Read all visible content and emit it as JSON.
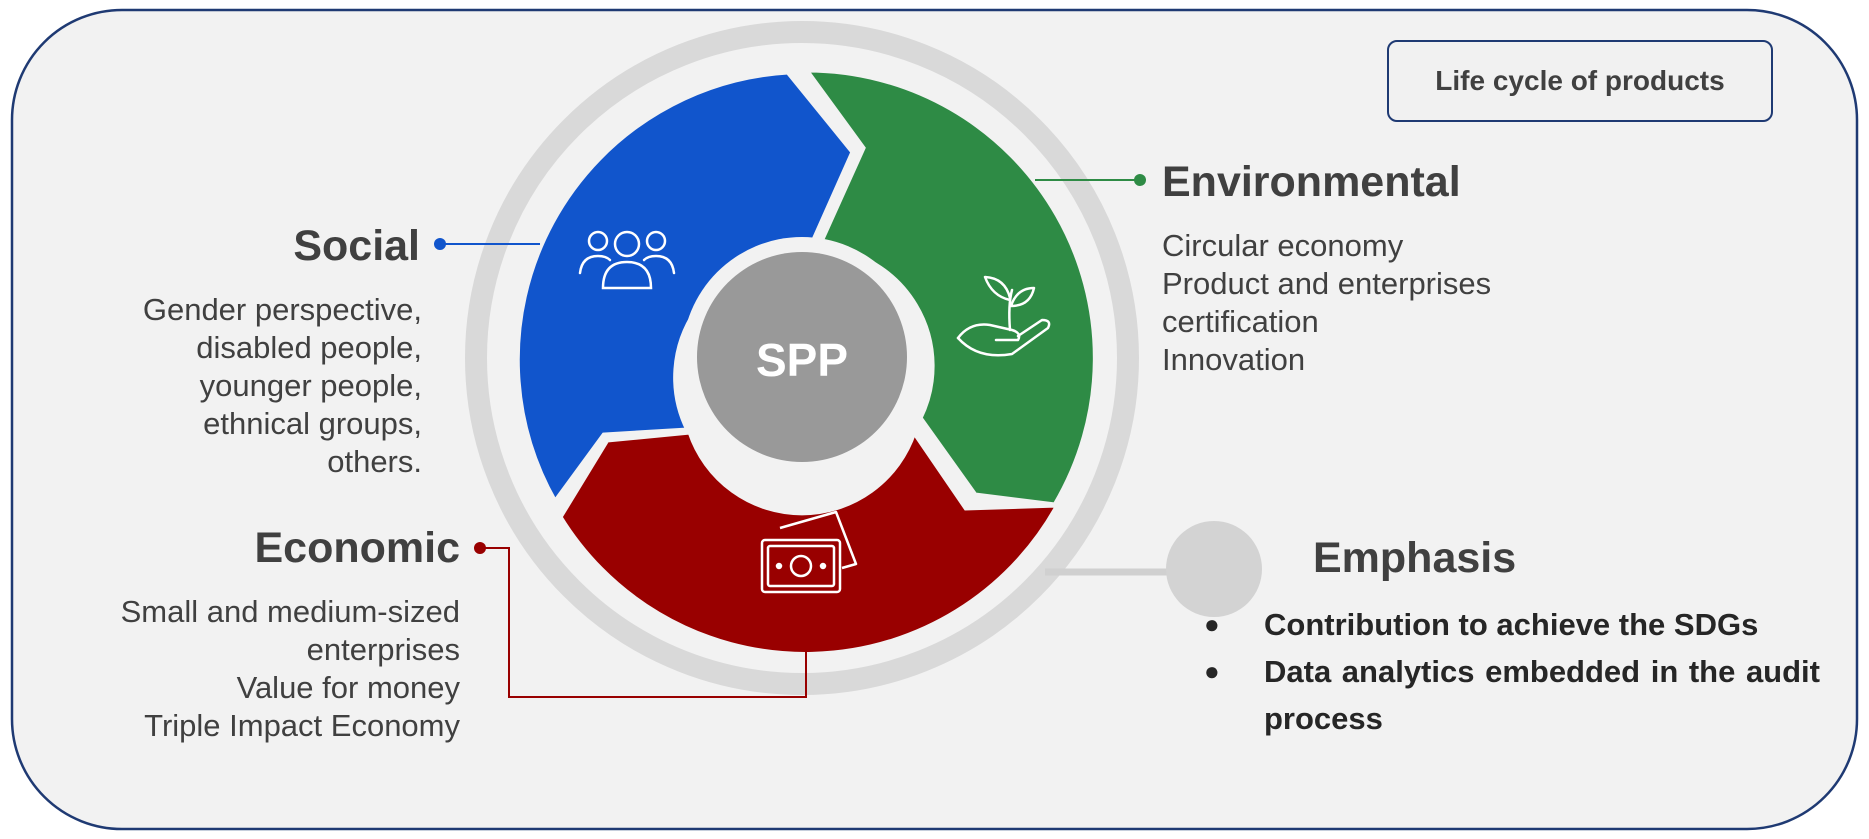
{
  "diagram": {
    "center_label": "SPP",
    "corner_box": {
      "label": "Life cycle of products"
    },
    "social": {
      "title": "Social",
      "items": [
        "Gender perspective,",
        "disabled people,",
        "younger people,",
        "ethnical groups,",
        "others."
      ],
      "color": "#1155cc",
      "icon": "people-group-icon"
    },
    "environmental": {
      "title": "Environmental",
      "items": [
        "Circular economy",
        "Product and enterprises",
        "certification",
        "Innovation"
      ],
      "color": "#2e8b45",
      "icon": "plant-in-hand-icon"
    },
    "economic": {
      "title": "Economic",
      "items": [
        "Small and medium-sized",
        "enterprises",
        "Value for money",
        "Triple Impact Economy"
      ],
      "color": "#990000",
      "icon": "money-bills-icon"
    },
    "emphasis": {
      "title": "Emphasis",
      "items": [
        "Contribution to achieve the SDGs",
        "Data analytics embedded in the audit process"
      ]
    }
  }
}
